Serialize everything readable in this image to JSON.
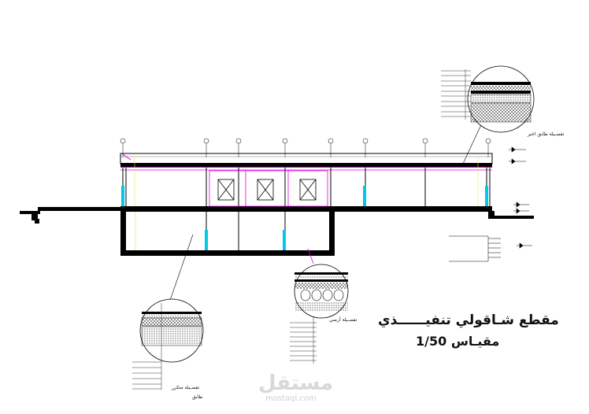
{
  "title_main": "مقطع شـاقولي تنفيــــــذي",
  "title_scale": "مقيـاس 1/50",
  "watermark_arabic": "مستقل",
  "watermark_latin": "mostaql.com",
  "label_roof_detail": "تفصـيلة طابق اخير",
  "label_ground_detail": "تفصـيلة أرضي",
  "label_repeated_floor_detail": "تفصـيلة متكرر",
  "label_repeated_floor_sub": "طابق",
  "colors": {
    "structure": "#000000",
    "glazing": "#00c8e8",
    "partition": "#e000e0",
    "roof_line": "#e000e0",
    "hatch": "#222222"
  }
}
